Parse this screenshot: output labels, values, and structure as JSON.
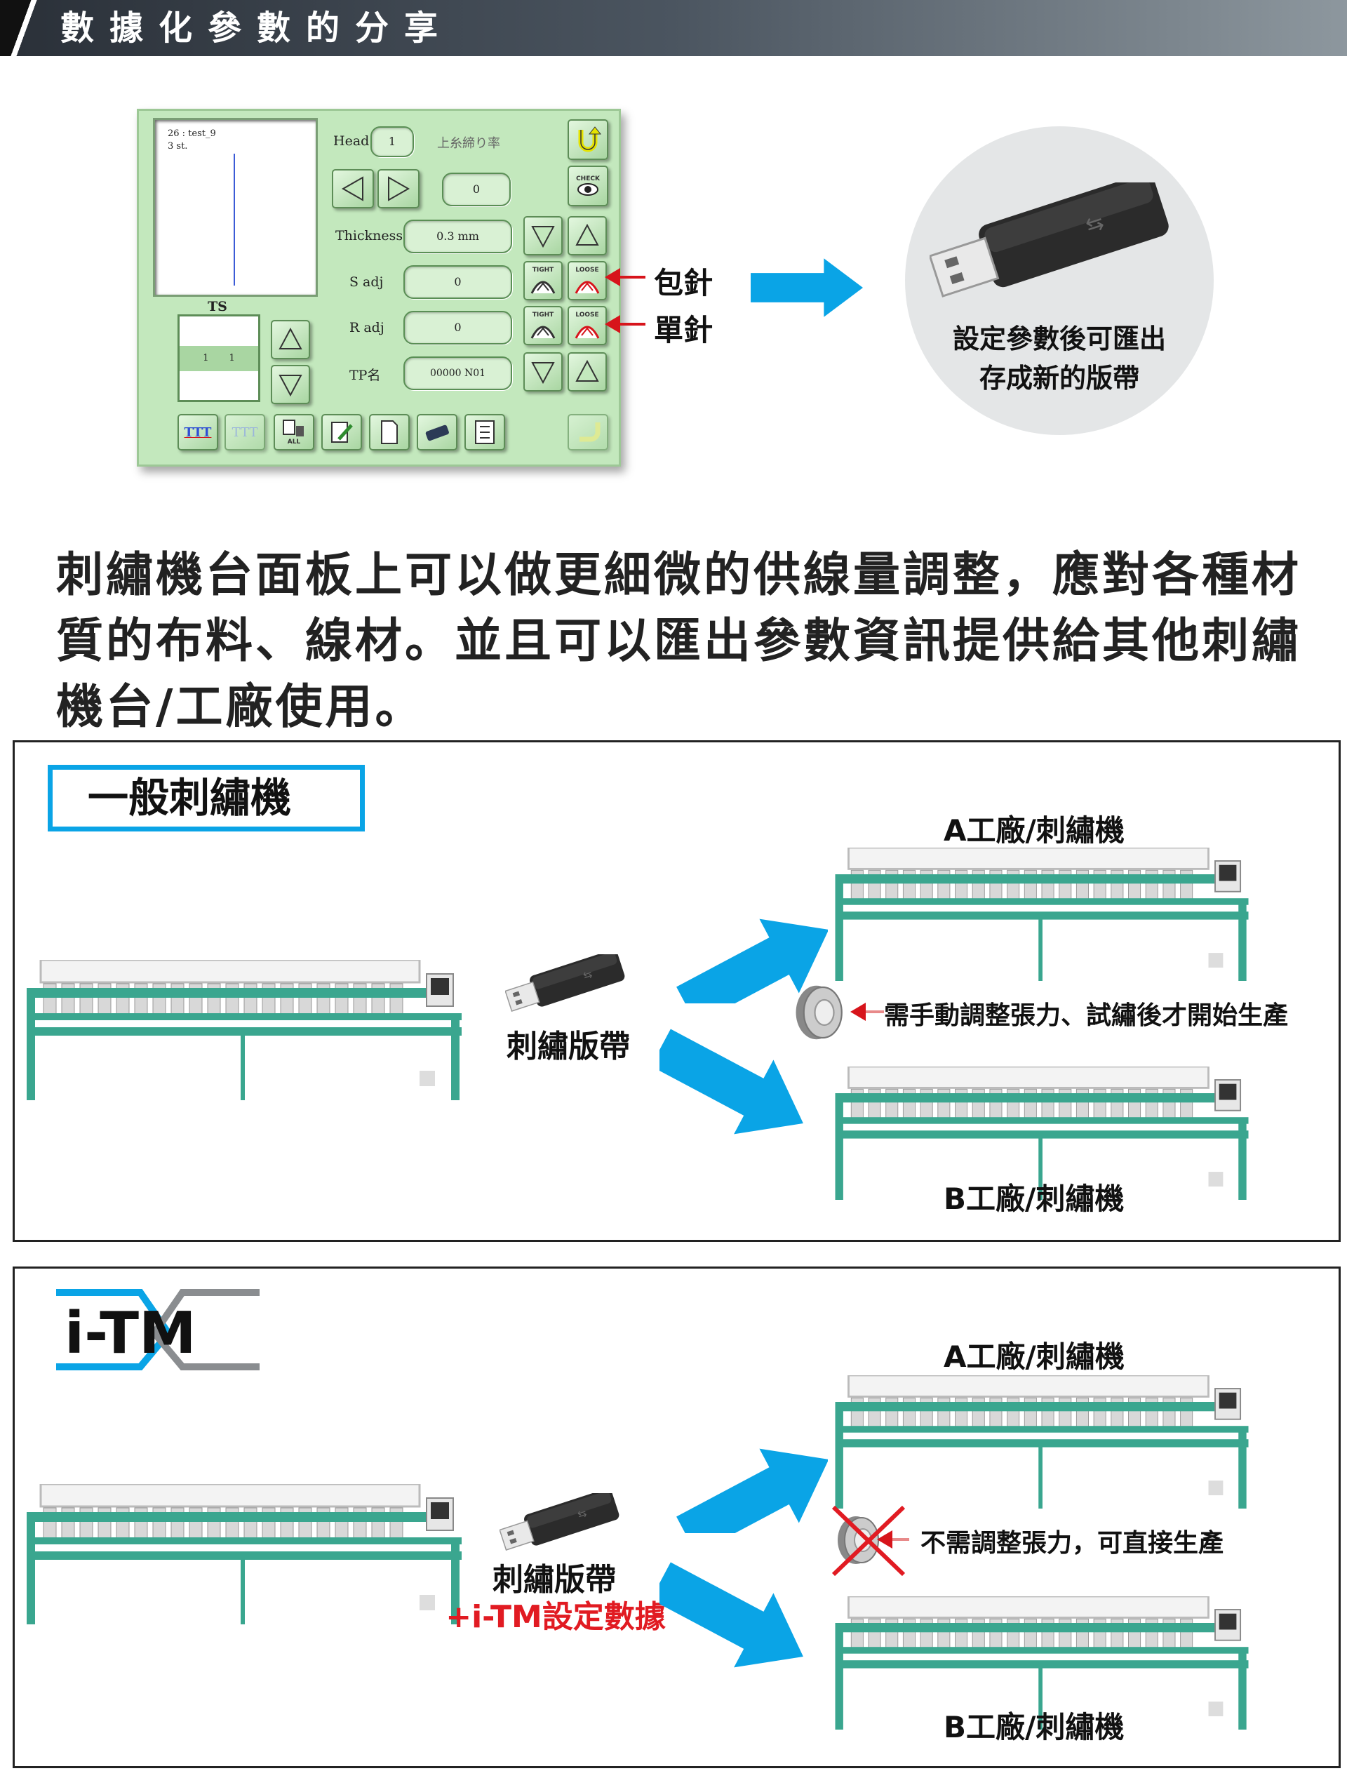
{
  "header": {
    "title": "數據化參數的分享"
  },
  "panel": {
    "preview_line1": "26 : test_9",
    "preview_line2": "3 st.",
    "head_label": "Head",
    "head_value": "1",
    "upper_label": "上糸締り率",
    "upper_value": "0",
    "check_label": "CHECK",
    "thickness_label": "Thickness",
    "thickness_value": "0.3 mm",
    "sadj_label": "S adj",
    "sadj_value": "0",
    "radj_label": "R adj",
    "radj_value": "0",
    "tp_label": "TP名",
    "tp_value": "00000 N01",
    "ts_label": "TS",
    "ts_left": "1",
    "ts_right": "1",
    "tight": "TIGHT",
    "loose": "LOOSE",
    "all_label": "ALL",
    "ttt_label": "TTT"
  },
  "annotations": {
    "bao_zhen": "包針",
    "dan_zhen": "單針",
    "circle_line1": "設定參數後可匯出",
    "circle_line2": "存成新的版帶"
  },
  "paragraph": "刺繡機台面板上可以做更細微的供線量調整，應對各種材質的布料、線材。並且可以匯出參數資訊提供給其他刺繡機台/工廠使用。",
  "section1": {
    "tag": "一般刺繡機",
    "factory_a": "A工廠/刺繡機",
    "factory_b": "B工廠/刺繡機",
    "usb_label": "刺繡版帶",
    "note": "需手動調整張力、試繡後才開始生產"
  },
  "section2": {
    "logo": "i-TM",
    "factory_a": "A工廠/刺繡機",
    "factory_b": "B工廠/刺繡機",
    "usb_label": "刺繡版帶",
    "usb_label2": "+i-TM設定數據",
    "note": "不需調整張力，可直接生產"
  },
  "colors": {
    "accent_blue": "#0aa4e6",
    "machine_green": "#3aa68f",
    "panel_green": "#c3e8bd",
    "alert_red": "#e11b22"
  }
}
